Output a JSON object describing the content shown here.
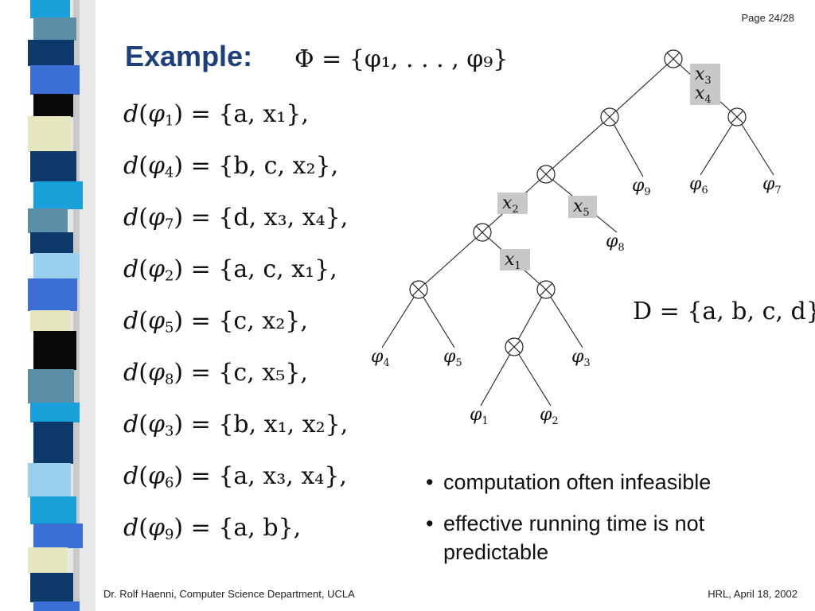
{
  "slide": {
    "page_number": "Page 24/28",
    "title": "Example:",
    "phi_set": "Φ = {φ₁, . . . , φ₉}",
    "domain_set": "D = {a, b, c, d}"
  },
  "equations": [
    {
      "sub": "1",
      "rhs": "a, x₁"
    },
    {
      "sub": "4",
      "rhs": "b, c, x₂"
    },
    {
      "sub": "7",
      "rhs": "d, x₃, x₄"
    },
    {
      "sub": "2",
      "rhs": "a, c, x₁"
    },
    {
      "sub": "5",
      "rhs": "c, x₂"
    },
    {
      "sub": "8",
      "rhs": "c, x₅"
    },
    {
      "sub": "3",
      "rhs": "b, x₁, x₂"
    },
    {
      "sub": "6",
      "rhs": "a, x₃, x₄"
    },
    {
      "sub": "9",
      "rhs": "a, b"
    }
  ],
  "bullets": [
    "computation often infeasible",
    "effective running time is not predictable"
  ],
  "footer": {
    "left": "Dr. Rolf Haenni, Computer Science Department, UCLA",
    "right": "HRL, April 18,  2002"
  },
  "tree": {
    "leaves": [
      "φ4",
      "φ5",
      "φ1",
      "φ2",
      "φ3",
      "φ8",
      "φ9",
      "φ6",
      "φ7"
    ],
    "edge_labels": [
      "x3 x4",
      "x2",
      "x5",
      "x1"
    ]
  },
  "colors": {
    "title": "#1d3f7c",
    "label_box": "#c8c8c8"
  }
}
